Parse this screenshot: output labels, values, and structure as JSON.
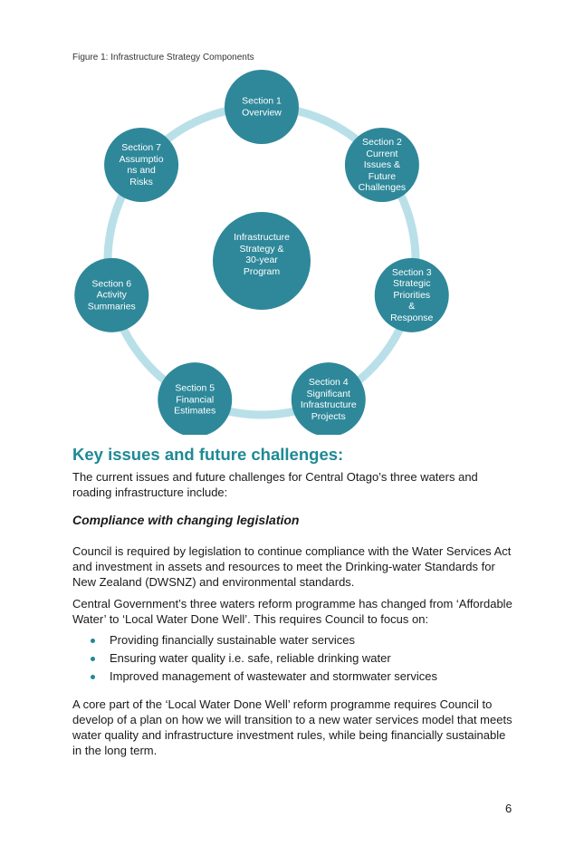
{
  "figure": {
    "caption": "Figure 1: Infrastructure Strategy Components",
    "colors": {
      "node": "#2e889a",
      "ring": "#b9e0e8"
    },
    "center": {
      "lines": [
        "Infrastructure",
        "Strategy &",
        "30-year",
        "Program"
      ]
    },
    "nodes": [
      {
        "id": "section-1",
        "lines": [
          "Section 1",
          "Overview"
        ]
      },
      {
        "id": "section-2",
        "lines": [
          "Section 2",
          "Current",
          "Issues &",
          "Future",
          "Challenges"
        ]
      },
      {
        "id": "section-3",
        "lines": [
          "Section 3",
          "Strategic",
          "Priorities",
          "&",
          "Response"
        ]
      },
      {
        "id": "section-4",
        "lines": [
          "Section 4",
          "Significant",
          "Infrastructure",
          "Projects"
        ]
      },
      {
        "id": "section-5",
        "lines": [
          "Section 5",
          "Financial",
          "Estimates"
        ]
      },
      {
        "id": "section-6",
        "lines": [
          "Section 6",
          "Activity",
          "Summaries"
        ]
      },
      {
        "id": "section-7",
        "lines": [
          "Section 7",
          "Assumptio",
          "ns and",
          "Risks"
        ]
      }
    ]
  },
  "heading": "Key issues and future challenges:",
  "intro": "The current issues and future challenges for Central Otago’s three waters and roading infrastructure include:",
  "subheading": "Compliance with changing legislation",
  "para1": "Council is required by legislation to continue compliance with the Water Services Act and investment in assets and resources to meet the Drinking-water Standards for New Zealand (DWSNZ) and environmental standards.",
  "para2": "Central Government’s three waters reform programme has changed from ‘Affordable Water’ to ‘Local Water Done Well’. This requires Council to focus on:",
  "bullets": [
    "Providing financially sustainable water services",
    "Ensuring water quality i.e. safe, reliable drinking water",
    "Improved management of wastewater and stormwater services"
  ],
  "para3": "A core part of the ‘Local Water Done Well’ reform programme requires Council to develop of a plan on how we will transition to a new water services model that meets water quality and infrastructure investment rules, while being financially sustainable in the long term.",
  "page_number": "6"
}
